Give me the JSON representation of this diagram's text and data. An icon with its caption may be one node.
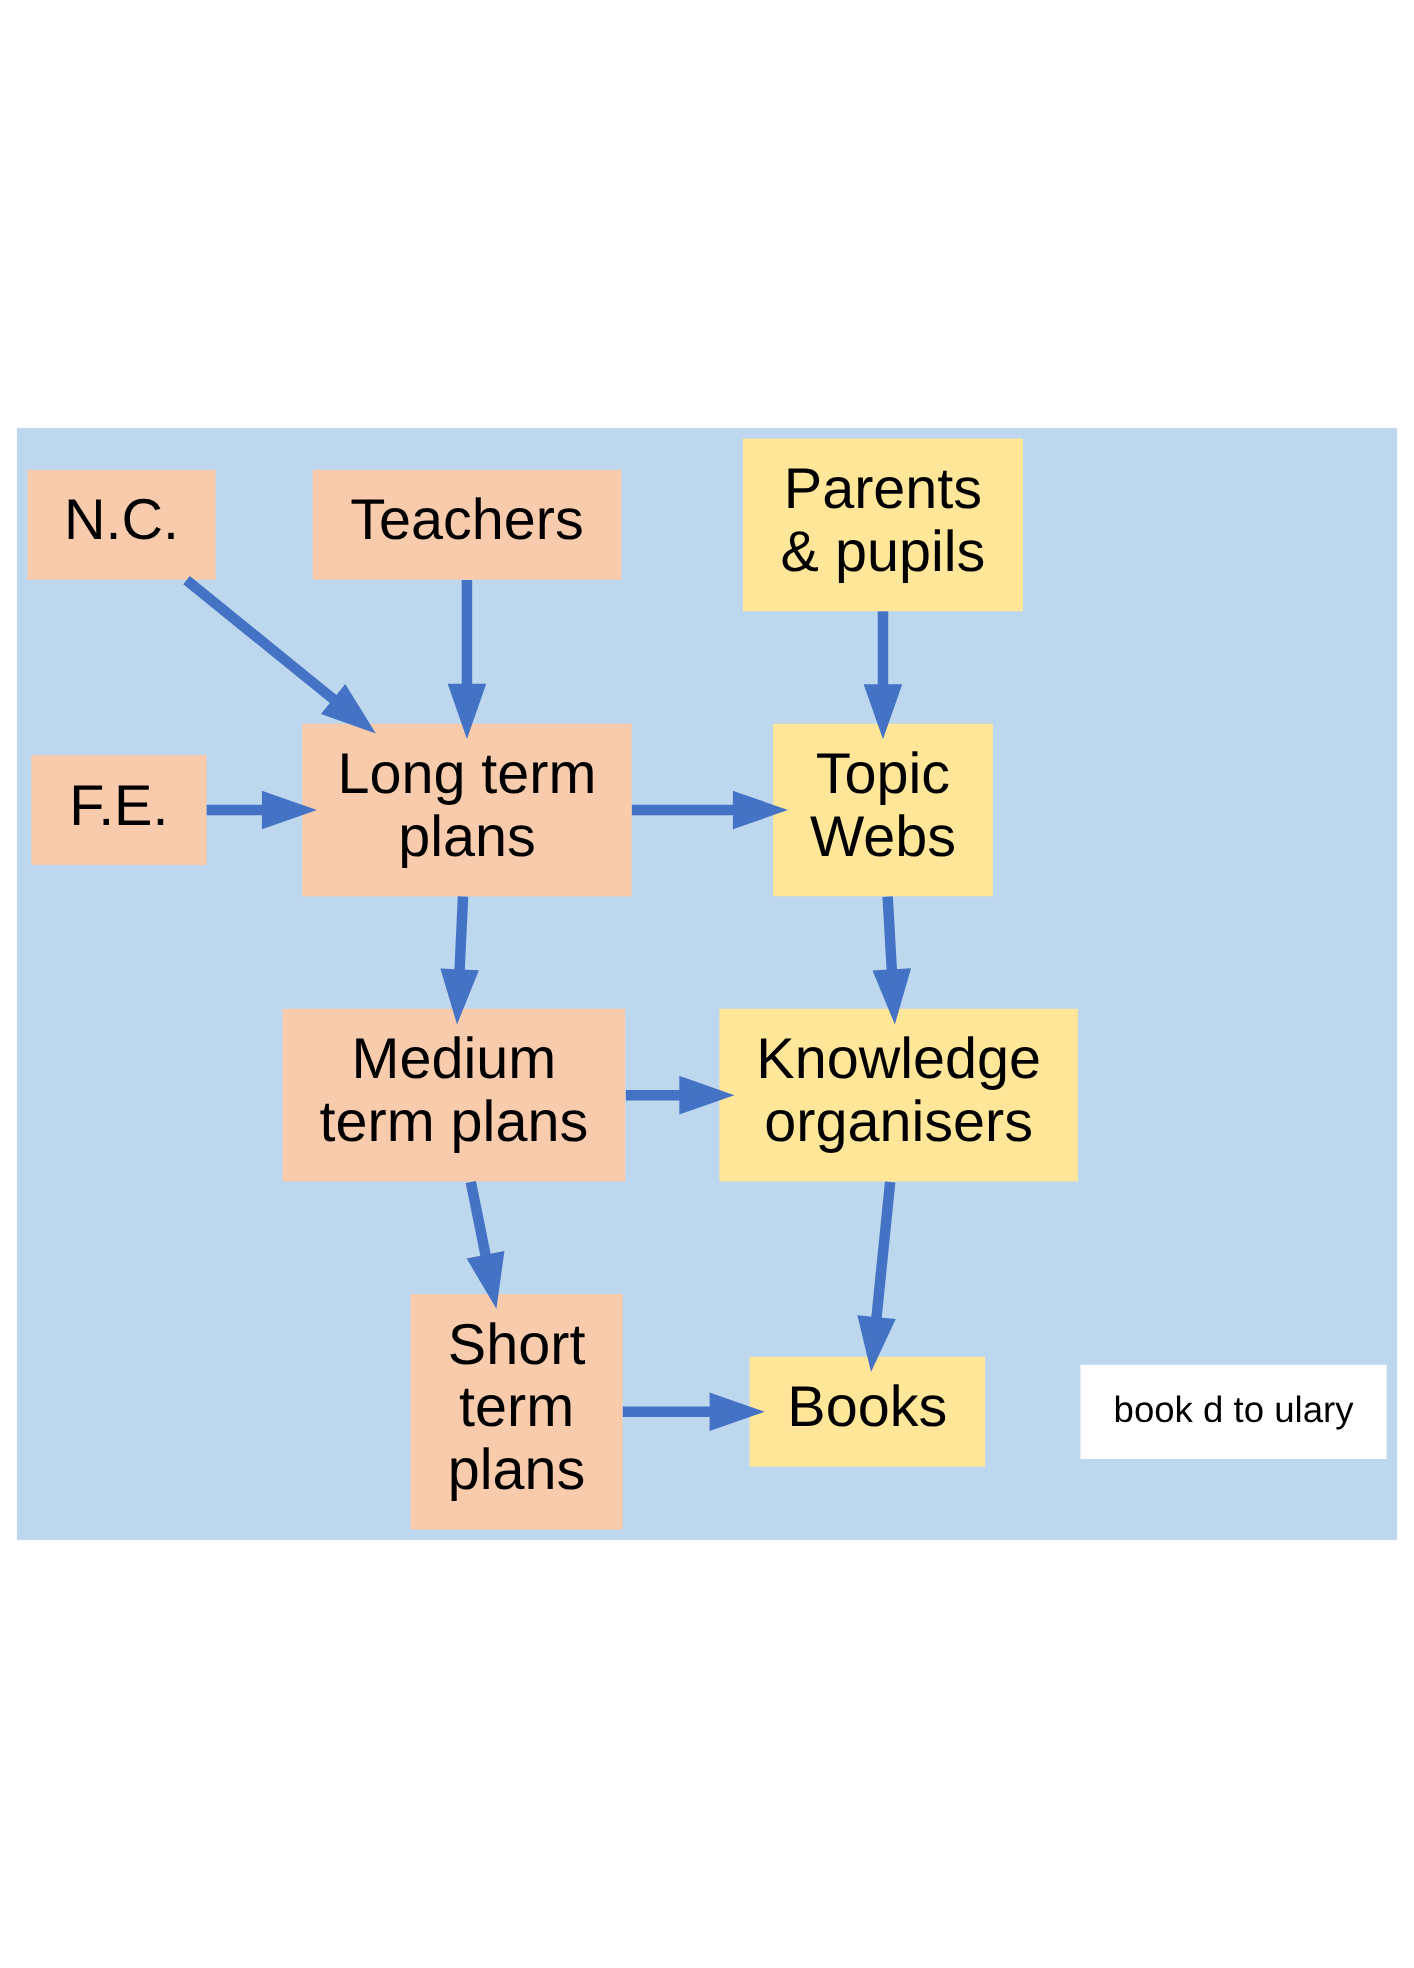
{
  "diagram": {
    "nodes": [
      {
        "text": [
          "Teachers"
        ]
      },
      {
        "text": [
          "Parents & pupils"
        ]
      },
      {
        "text": [
          "N.C."
        ]
      },
      {
        "text": [
          "Long term plans"
        ]
      },
      {
        "text": [
          "Topic Webs"
        ]
      },
      {
        "text": [
          "F.E."
        ]
      },
      {
        "text": [
          "Medium term plans"
        ]
      },
      {
        "text": [
          "Knowledge organisers"
        ]
      },
      {
        "text": [
          "Short term plans"
        ]
      },
      {
        "text": [
          "Books"
        ]
      }
    ],
    "edges": [
      {
        "from": 0,
        "to": 3,
        "arrow": "to"
      },
      {
        "from": 2,
        "to": 3,
        "arrow": "to"
      },
      {
        "from": 5,
        "to": 3,
        "arrow": "to"
      },
      {
        "from": 1,
        "to": 4,
        "arrow": "to"
      },
      {
        "from": 3,
        "to": 4,
        "arrow": "to"
      },
      {
        "from": 3,
        "to": 6,
        "arrow": "to"
      },
      {
        "from": 4,
        "to": 7,
        "arrow": "to"
      },
      {
        "from": 6,
        "to": 7,
        "arrow": "to"
      },
      {
        "from": 6,
        "to": 8,
        "arrow": "to"
      },
      {
        "from": 7,
        "to": 9,
        "arrow": "to"
      },
      {
        "from": 8,
        "to": 9,
        "arrow": "to"
      }
    ],
    "labels": [
      "book d to ulary"
    ]
  }
}
